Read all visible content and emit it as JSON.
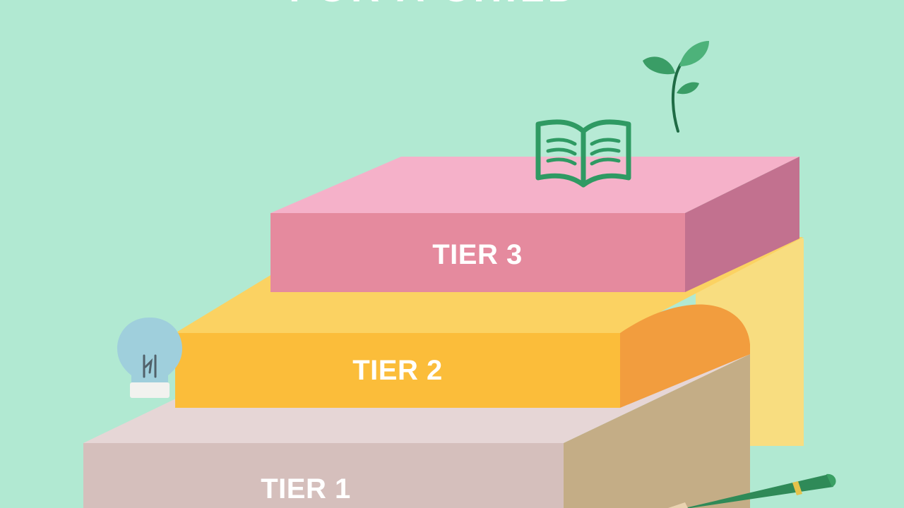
{
  "heading": {
    "text": "FOR A CHILD"
  },
  "tiers": [
    {
      "label": "TIER 1"
    },
    {
      "label": "TIER 2"
    },
    {
      "label": "TIER 3"
    }
  ],
  "colors": {
    "background": "#b1e9d2",
    "tier1": "#d5bfbc",
    "tier2": "#fbbd3a",
    "tier3": "#e58a9e",
    "green_accent": "#2f9a63"
  },
  "icons": [
    "open-book-icon",
    "sprout-icon",
    "lightbulb-icon",
    "pencil-icon"
  ]
}
